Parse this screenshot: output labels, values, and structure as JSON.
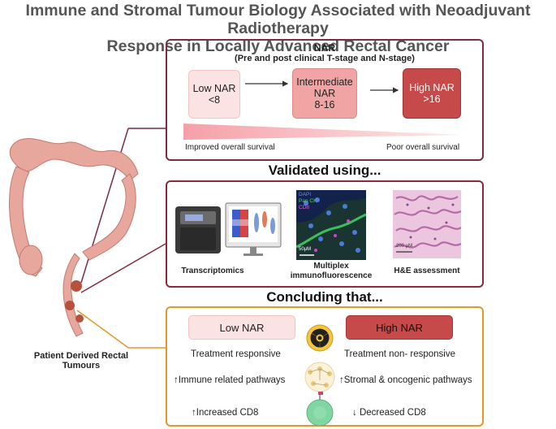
{
  "title_line1": "Immune and Stromal Tumour Biology Associated with Neoadjuvant Radiotherapy",
  "title_line2": "Response in Locally Advanced Rectal Cancer",
  "nar": {
    "heading": "NAR",
    "subheading": "(Pre and post clinical T-stage and N-stage)",
    "low_label": "Low NAR",
    "low_value": "<8",
    "mid_label1": "Intermediate",
    "mid_label2": "NAR",
    "mid_value": "8-16",
    "high_label": "High NAR",
    "high_value": ">16",
    "survival_left": "Improved overall survival",
    "survival_right": "Poor overall survival"
  },
  "validated": {
    "heading": "Validated using...",
    "transcriptomics": "Transcriptomics",
    "mif_line1": "Multiplex",
    "mif_line2": "immunofluorescence",
    "he": "H&E assessment",
    "mif_legend": [
      "DAPI",
      "Pan CK",
      "CD8"
    ],
    "mif_scale": "50μM",
    "he_scale": "200 μM"
  },
  "concluding": {
    "heading": "Concluding that...",
    "low_nar": "Low NAR",
    "high_nar": "High NAR",
    "left_response": "Treatment responsive",
    "right_response": "Treatment non- responsive",
    "left_pathways": "Immune related pathways",
    "right_pathways": "Stromal & oncogenic pathways",
    "left_cd8": "Increased CD8",
    "right_cd8": "Decreased CD8"
  },
  "patient_label1": "Patient Derived Rectal",
  "patient_label2": "Tumours",
  "colors": {
    "low": "#fbe3e3",
    "mid": "#f0a4a4",
    "high": "#c64a4a",
    "nar_border": "#7b2a4a",
    "conc_border": "#e8962c",
    "colon": "#e8a79c"
  }
}
